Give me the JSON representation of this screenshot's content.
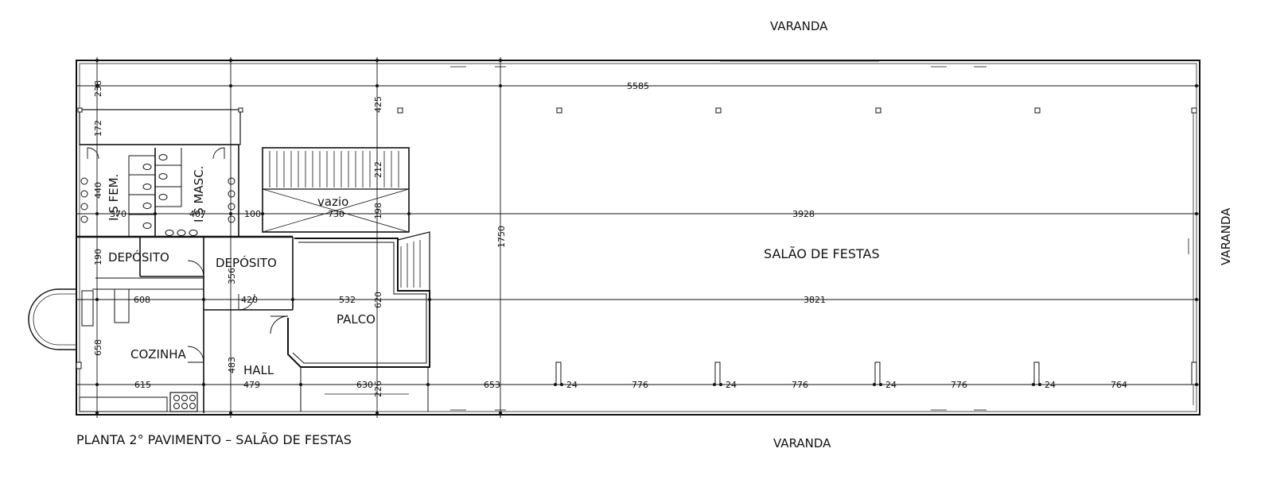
{
  "plan": {
    "title": "PLANTA 2° PAVIMENTO – SALÃO DE FESTAS",
    "veranda_top": "VARANDA",
    "veranda_bottom": "VARANDA",
    "veranda_right": "VARANDA",
    "rooms": {
      "salao": "SALÃO DE FESTAS",
      "palco": "PALCO",
      "hall": "HALL",
      "cozinha": "COZINHA",
      "deposito_1": "DEPÓSITO",
      "deposito_2": "DEPÓSITO",
      "is_fem": "I.S FEM.",
      "is_masc": "I.S MASC.",
      "vazio": "vazio"
    },
    "dimensions": {
      "d5585": "5585",
      "d3928": "3928",
      "d3821": "3821",
      "d1750": "1750",
      "d370": "370",
      "d407": "407",
      "d100": "100",
      "d730": "730",
      "d608": "608",
      "d420": "420",
      "d532": "532",
      "d615": "615",
      "d479": "479",
      "d630": "630",
      "d653": "653",
      "d24a": "24",
      "d776a": "776",
      "d24b": "24",
      "d776b": "776",
      "d24c": "24",
      "d776c": "776",
      "d24d": "24",
      "d764": "764",
      "v238": "238",
      "v172": "172",
      "v440": "440",
      "v190": "190",
      "v658": "658",
      "v425": "425",
      "v212": "212",
      "v198": "198",
      "v620": "620",
      "v356": "356",
      "v483": "483",
      "v226": "226"
    }
  }
}
